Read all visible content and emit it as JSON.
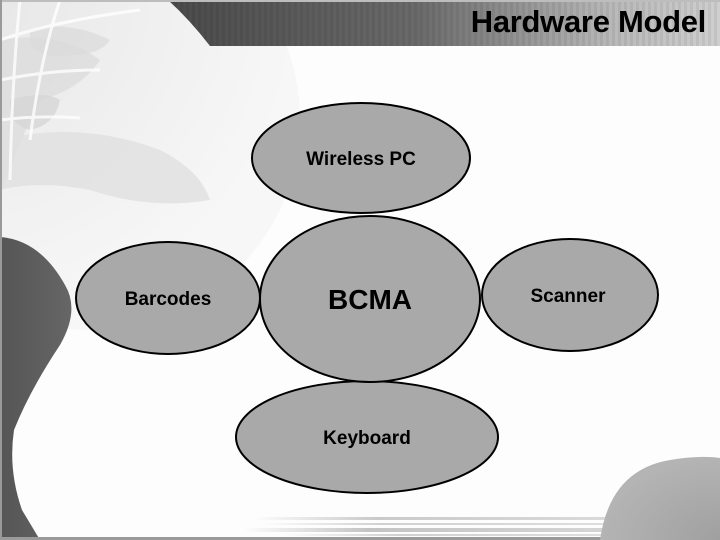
{
  "slide": {
    "title": "Hardware Model"
  },
  "diagram": {
    "center": {
      "id": "bcma",
      "label": "BCMA"
    },
    "nodes": [
      {
        "id": "wireless-pc",
        "label": "Wireless PC",
        "position": "top"
      },
      {
        "id": "barcodes",
        "label": "Barcodes",
        "position": "left"
      },
      {
        "id": "scanner",
        "label": "Scanner",
        "position": "right"
      },
      {
        "id": "keyboard",
        "label": "Keyboard",
        "position": "bottom"
      }
    ],
    "colors": {
      "ellipse_fill": "#a9a9a9",
      "ellipse_stroke": "#000000",
      "banner_dark": "#4d4d4d",
      "background": "#fdfdfd"
    }
  }
}
